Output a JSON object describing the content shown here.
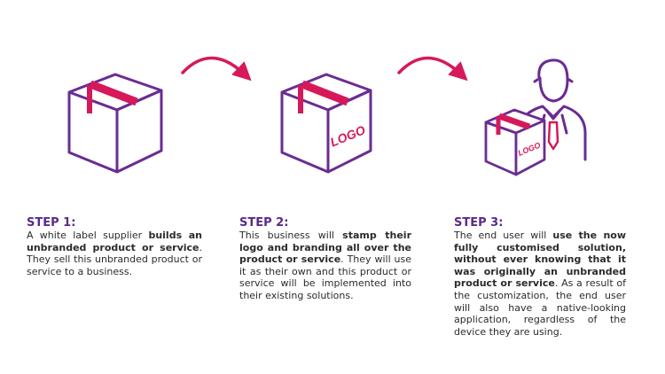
{
  "colors": {
    "purple": "#6a2c91",
    "magenta": "#d6195b",
    "title": "#5b2a86",
    "text": "#2b2b2b"
  },
  "icons": [
    "box-icon",
    "arrow-icon",
    "logo-box-icon",
    "arrow-icon",
    "user-icon",
    "logo-box-icon"
  ],
  "box2_logo": "LOGO",
  "box3_logo": "LOGO",
  "steps": [
    {
      "title": "STEP 1:",
      "parts": [
        {
          "t": "A white label supplier ",
          "b": false
        },
        {
          "t": "builds an unbranded product or service",
          "b": true
        },
        {
          "t": ". They sell this unbranded product or service to a business.",
          "b": false
        }
      ]
    },
    {
      "title": "STEP 2:",
      "parts": [
        {
          "t": "This business will ",
          "b": false
        },
        {
          "t": "stamp their logo and branding all over the product or service",
          "b": true
        },
        {
          "t": ". They will use it as their own and this product or service will be implemented into their existing solutions.",
          "b": false
        }
      ]
    },
    {
      "title": "STEP 3:",
      "parts": [
        {
          "t": "The end user will ",
          "b": false
        },
        {
          "t": "use the now fully customised solution, without ever knowing that it was originally an unbranded product or service",
          "b": true
        },
        {
          "t": ". As a result of the customization, the end user will also have a native-looking application, regardless of the device they are using.",
          "b": false
        }
      ]
    }
  ]
}
